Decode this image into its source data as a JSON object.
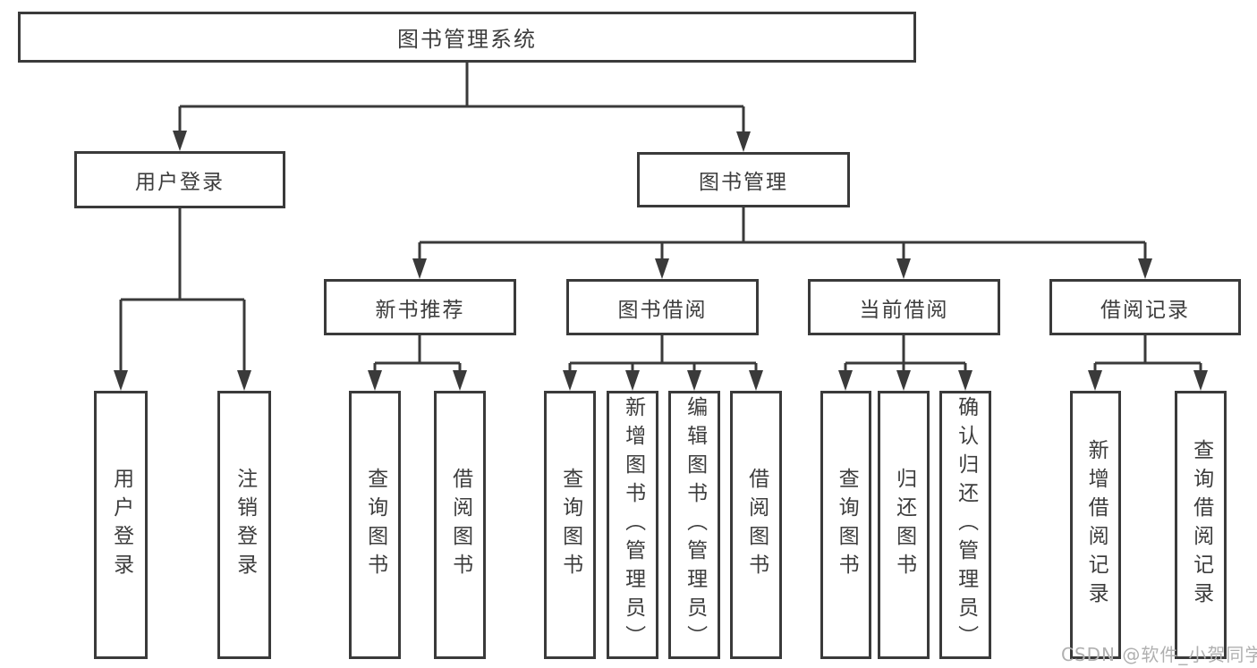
{
  "colors": {
    "line": "#3a3a3a",
    "text": "#3d3d3d",
    "box-bg": "#ffffff",
    "watermark": "#b0b0b0",
    "background": "#ffffff"
  },
  "watermark": {
    "text": "CSDN @软件_小贺同学"
  },
  "tree": {
    "label": "图书管理系统",
    "children": [
      {
        "label": "用户登录",
        "children": [
          {
            "label": "用户登录"
          },
          {
            "label": "注销登录"
          }
        ]
      },
      {
        "label": "图书管理",
        "children": [
          {
            "label": "新书推荐",
            "children": [
              {
                "label": "查询图书"
              },
              {
                "label": "借阅图书"
              }
            ]
          },
          {
            "label": "图书借阅",
            "children": [
              {
                "label": "查询图书"
              },
              {
                "label": "新增图书（管理员）"
              },
              {
                "label": "编辑图书（管理员）"
              },
              {
                "label": "借阅图书"
              }
            ]
          },
          {
            "label": "当前借阅",
            "children": [
              {
                "label": "查询图书"
              },
              {
                "label": "归还图书"
              },
              {
                "label": "确认归还（管理员）"
              }
            ]
          },
          {
            "label": "借阅记录",
            "children": [
              {
                "label": "新增借阅记录"
              },
              {
                "label": "查询借阅记录"
              }
            ]
          }
        ]
      }
    ]
  }
}
